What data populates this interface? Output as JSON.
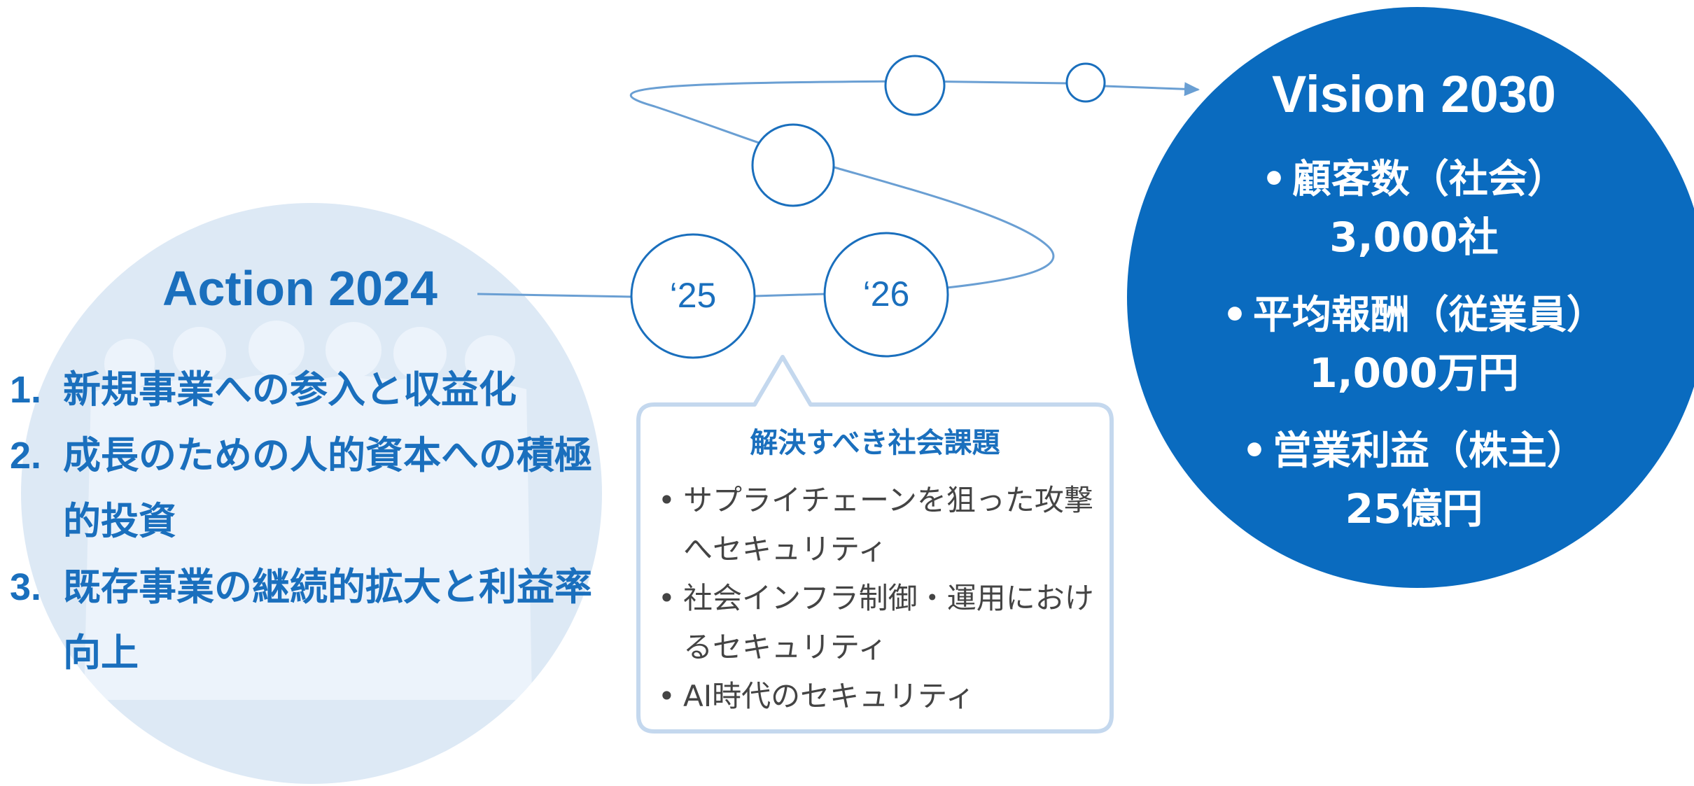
{
  "action": {
    "title": "Action 2024",
    "items": [
      {
        "num": "1.",
        "text": "新規事業への参入と収益化"
      },
      {
        "num": "2.",
        "text": "成長のための人的資本への積極的投資"
      },
      {
        "num": "3.",
        "text": "既存事業の継続的拡大と利益率向上"
      }
    ]
  },
  "timeline": {
    "years": [
      "‘25",
      "‘26"
    ]
  },
  "issues": {
    "title": "解決すべき社会課題",
    "items": [
      "サプライチェーンを狙った攻撃へセキュリティ",
      "社会インフラ制御・運用におけるセキュリティ",
      "AI時代のセキュリティ"
    ]
  },
  "vision": {
    "title": "Vision 2030",
    "items": [
      {
        "label": "顧客数（社会）",
        "value": "3,000社"
      },
      {
        "label": "平均報酬（従業員）",
        "value": "1,000万円"
      },
      {
        "label": "営業利益（株主）",
        "value": "25億円"
      }
    ]
  },
  "colors": {
    "primary": "#1a6fbd",
    "vision_fill": "#0a6bbf",
    "action_fill": "#dde9f5",
    "path_line": "#6a9fd3",
    "bubble_border": "#c4d8ee",
    "text_gray": "#444444"
  }
}
